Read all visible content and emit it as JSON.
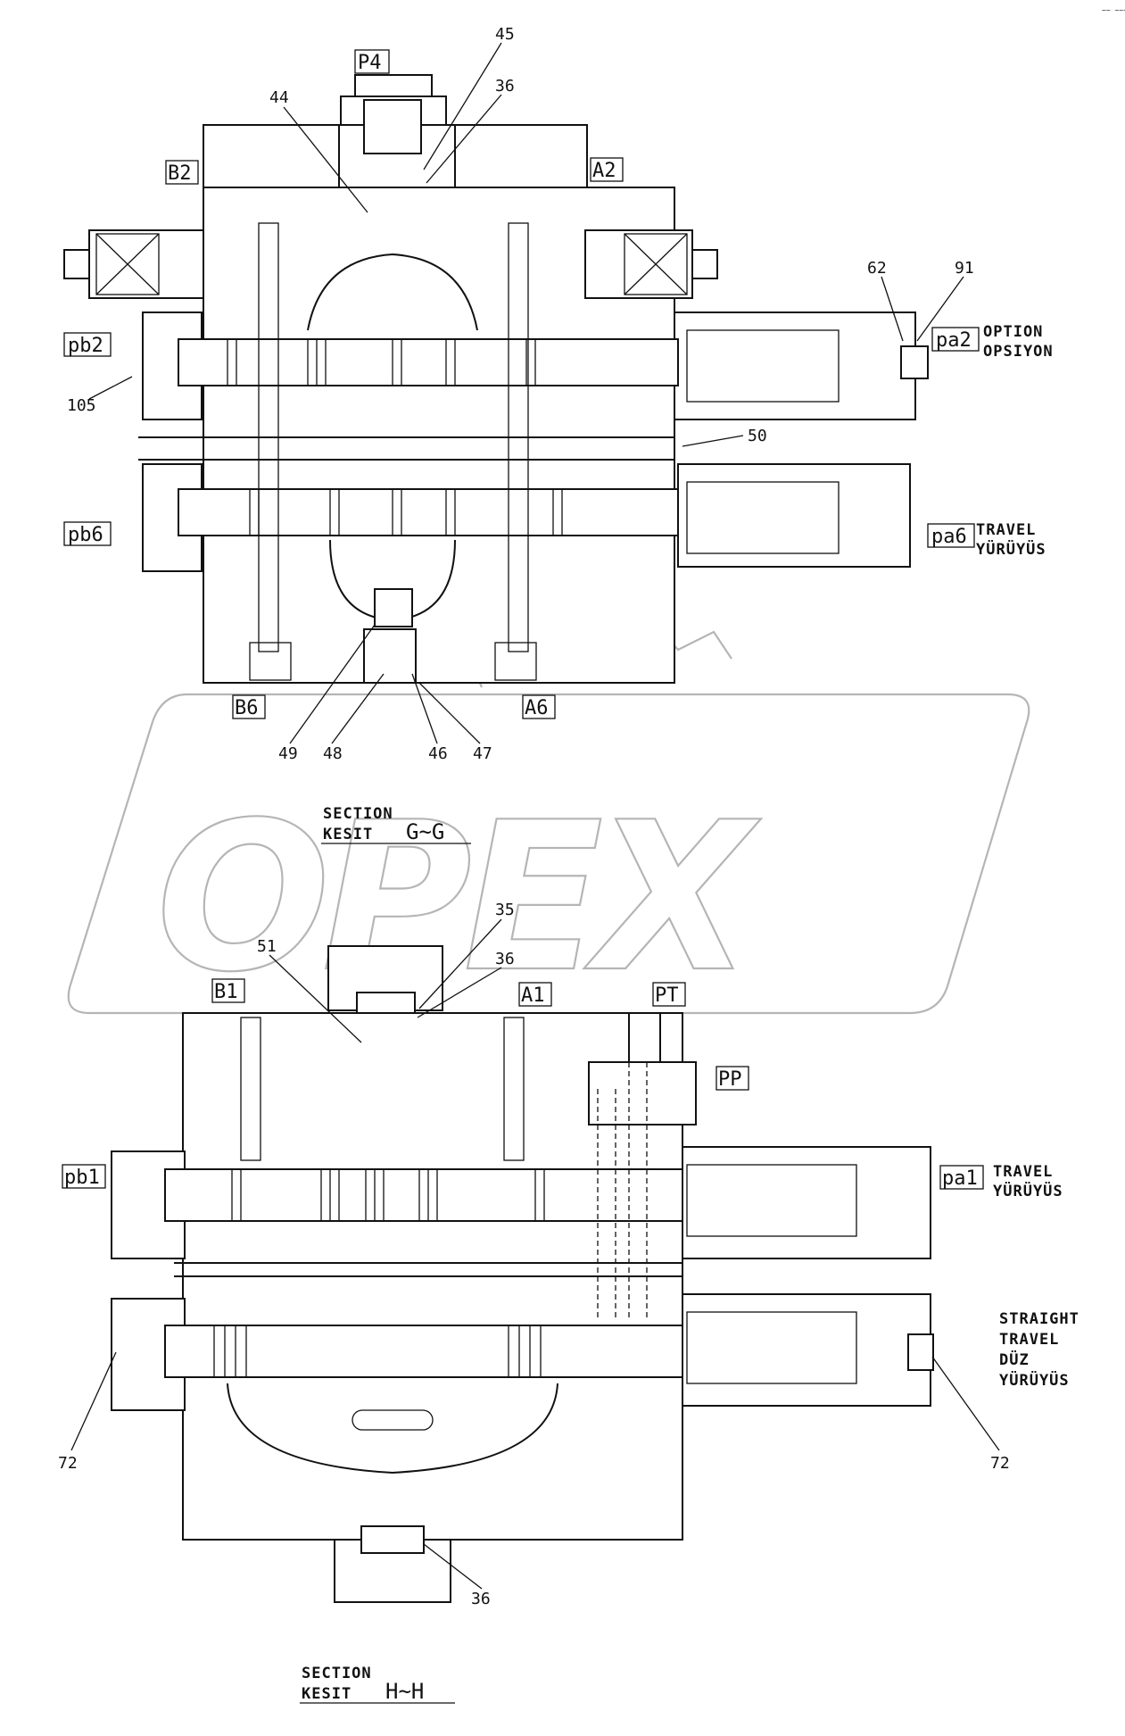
{
  "corner_mark": "~~ ~~~",
  "section_gg": {
    "ports": {
      "p4": "P4",
      "b2": "B2",
      "a2": "A2",
      "pb2": "pb2",
      "pa2": "pa2",
      "pb6": "pb6",
      "pa6": "pa6",
      "b6": "B6",
      "a6": "A6"
    },
    "notes": {
      "option_en": "OPTION",
      "option_tr": "OPSIYON",
      "travel_en": "TRAVEL",
      "travel_tr": "YÜRÜYÜS"
    },
    "part_numbers": {
      "n45": "45",
      "n44": "44",
      "n36": "36",
      "n62": "62",
      "n91": "91",
      "n105": "105",
      "n50": "50",
      "n49": "49",
      "n48": "48",
      "n46": "46",
      "n47": "47"
    },
    "title": {
      "section": "SECTION",
      "kesit": "KESIT",
      "id": "G~G"
    }
  },
  "watermark": {
    "text": "OPEX"
  },
  "section_hh": {
    "ports": {
      "b1": "B1",
      "a1": "A1",
      "pt": "PT",
      "pp": "PP",
      "pb1": "pb1",
      "pa1": "pa1"
    },
    "notes": {
      "travel_en": "TRAVEL",
      "travel_tr": "YÜRÜYÜS",
      "straight": "STRAIGHT",
      "travel2": "TRAVEL",
      "duz": "DÜZ",
      "yuruyus2": "YÜRÜYÜS"
    },
    "part_numbers": {
      "n35": "35",
      "n51": "51",
      "n36": "36",
      "n72_left": "72",
      "n72_right": "72",
      "n36_bottom": "36"
    },
    "title": {
      "section": "SECTION",
      "kesit": "KESIT",
      "id": "H~H"
    }
  }
}
